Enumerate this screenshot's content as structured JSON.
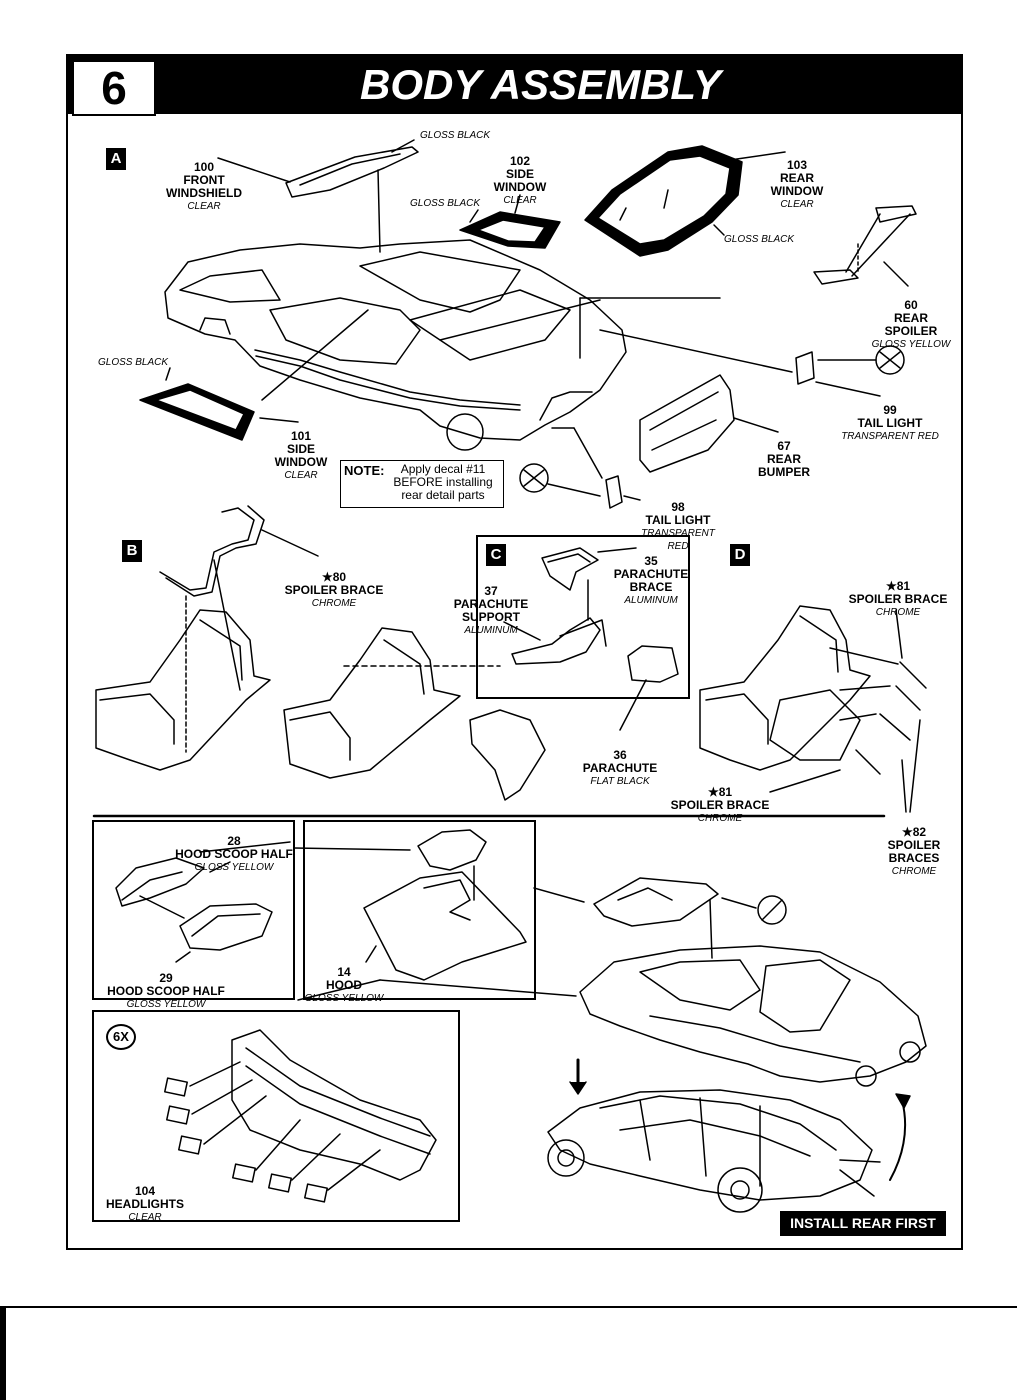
{
  "step": {
    "number": "6",
    "title": "BODY ASSEMBLY"
  },
  "sections": {
    "a": "A",
    "b": "B",
    "c": "C",
    "d": "D"
  },
  "parts": {
    "p100": {
      "name": "100\nFRONT\nWINDSHIELD",
      "finish": "CLEAR"
    },
    "p102": {
      "name": "102\nSIDE\nWINDOW",
      "finish": "CLEAR"
    },
    "p103": {
      "name": "103\nREAR\nWINDOW",
      "finish": "CLEAR"
    },
    "p60": {
      "name": "60\nREAR\nSPOILER",
      "finish": "GLOSS YELLOW"
    },
    "p99": {
      "name": "99\nTAIL LIGHT",
      "finish": "TRANSPARENT RED"
    },
    "p101": {
      "name": "101\nSIDE\nWINDOW",
      "finish": "CLEAR"
    },
    "p67": {
      "name": "67\nREAR\nBUMPER"
    },
    "p98": {
      "name": "98\nTAIL LIGHT",
      "finish": "TRANSPARENT RED"
    },
    "p80": {
      "name": "★80\nSPOILER BRACE",
      "finish": "CHROME"
    },
    "p35": {
      "name": "35\nPARACHUTE\nBRACE",
      "finish": "ALUMINUM"
    },
    "p37": {
      "name": "37\nPARACHUTE\nSUPPORT",
      "finish": "ALUMINUM"
    },
    "p36": {
      "name": "36\nPARACHUTE",
      "finish": "FLAT BLACK"
    },
    "p81a": {
      "name": "★81\nSPOILER BRACE",
      "finish": "CHROME"
    },
    "p81b": {
      "name": "★81\nSPOILER BRACE",
      "finish": "CHROME"
    },
    "p82": {
      "name": "★82\nSPOILER\nBRACES",
      "finish": "CHROME"
    },
    "p28": {
      "name": "28\nHOOD SCOOP HALF",
      "finish": "GLOSS YELLOW"
    },
    "p29": {
      "name": "29\nHOOD SCOOP HALF",
      "finish": "GLOSS YELLOW"
    },
    "p14": {
      "name": "14\nHOOD",
      "finish": "GLOSS YELLOW"
    },
    "p104": {
      "name": "104\nHEADLIGHTS",
      "finish": "CLEAR"
    }
  },
  "paint_callouts": {
    "gloss_black_1": "GLOSS BLACK",
    "gloss_black_2": "GLOSS BLACK",
    "gloss_black_3": "GLOSS BLACK",
    "gloss_black_4": "GLOSS BLACK"
  },
  "note": {
    "label": "NOTE:",
    "text": "Apply decal #11\nBEFORE installing\nrear detail parts"
  },
  "multiplier": "6X",
  "install_badge": "INSTALL REAR FIRST"
}
